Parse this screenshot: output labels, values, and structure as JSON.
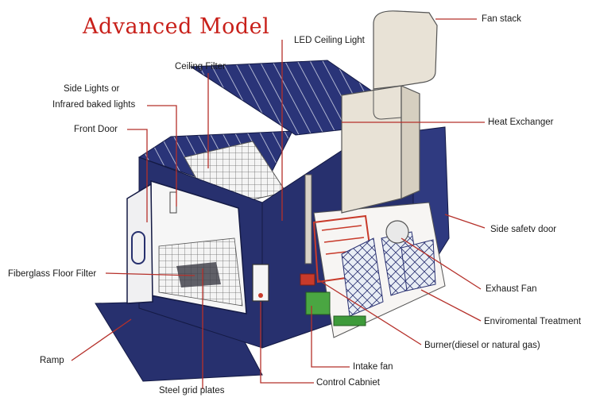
{
  "title": "Advanced Model",
  "colors": {
    "title": "#c8201a",
    "leader": "#b5302a",
    "booth_blue": "#27306e",
    "duct": "#e8e2d6",
    "floor_red": "#c83a2a",
    "green": "#3e9a3a"
  },
  "labels": {
    "fan_stack": "Fan stack",
    "led_ceiling_light": "LED Ceiling Light",
    "ceiling_filter": "Ceiling Filter",
    "side_lights_1": "Side Lights or",
    "side_lights_2": "Infrared baked lights",
    "front_door": "Front Door",
    "heat_exchanger": "Heat Exchanger",
    "side_safety_door": "Side safetv door",
    "fiberglass_floor_filter": "Fiberglass Floor Filter",
    "exhaust_fan": "Exhaust Fan",
    "environmental_treatment": "Enviromental Treatment",
    "ramp": "Ramp",
    "burner": "Burner(diesel or natural gas)",
    "intake_fan": "Intake fan",
    "steel_grid_plates": "Steel grid plates",
    "control_cabinet": "Control Cabniet"
  }
}
